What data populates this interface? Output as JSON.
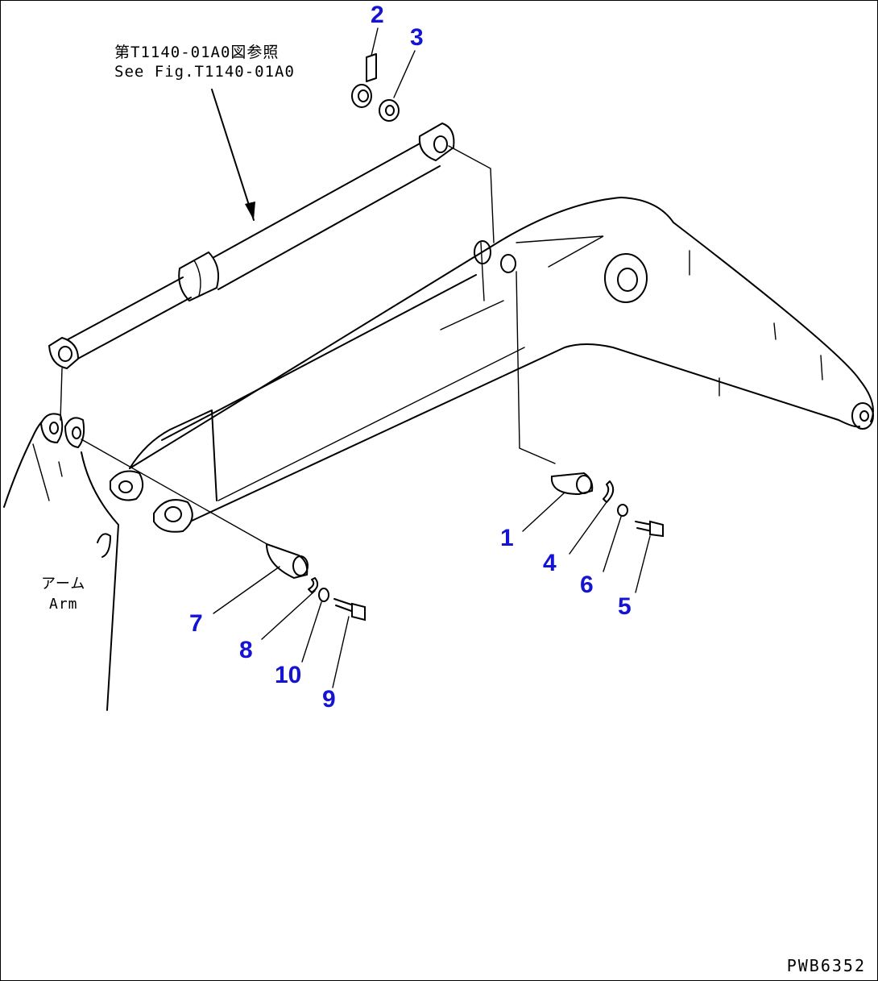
{
  "reference": {
    "line_jp": "第T1140-01A0図参照",
    "line_en": "See Fig.T1140-01A0"
  },
  "arm_label": {
    "jp": "アーム",
    "en": "Arm"
  },
  "callouts": [
    {
      "id": "callout-2",
      "text": "2"
    },
    {
      "id": "callout-3",
      "text": "3"
    },
    {
      "id": "callout-1",
      "text": "1"
    },
    {
      "id": "callout-4",
      "text": "4"
    },
    {
      "id": "callout-6",
      "text": "6"
    },
    {
      "id": "callout-5",
      "text": "5"
    },
    {
      "id": "callout-7",
      "text": "7"
    },
    {
      "id": "callout-8",
      "text": "8"
    },
    {
      "id": "callout-10",
      "text": "10"
    },
    {
      "id": "callout-9",
      "text": "9"
    }
  ],
  "drawing_code": "PWB6352",
  "colors": {
    "callout": "#1414d2",
    "line": "#000000",
    "background": "#ffffff"
  }
}
